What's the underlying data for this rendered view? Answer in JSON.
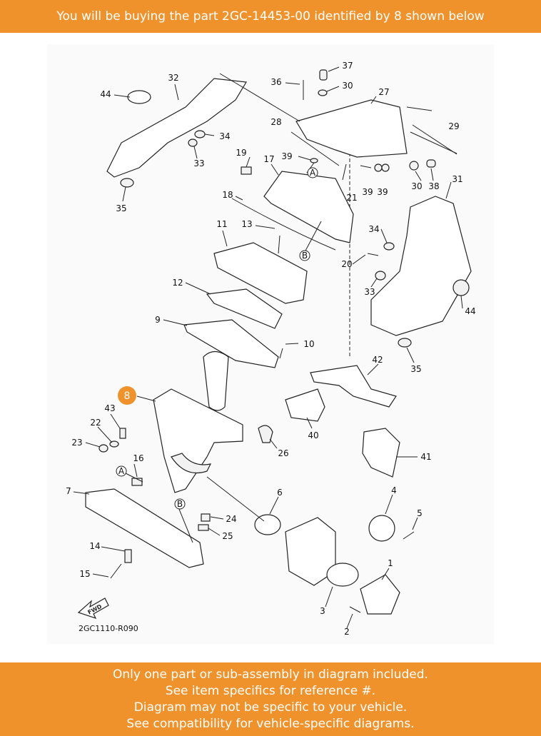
{
  "header": {
    "text": "You will be buying the part 2GC-14453-00 identified by 8 shown below"
  },
  "highlight": {
    "number": "8",
    "color": "#f0922b"
  },
  "diagram": {
    "code": "2GC1110-R090",
    "fwd_label": "FWD",
    "ref_a": "A",
    "ref_b": "B",
    "callouts": [
      "1",
      "2",
      "3",
      "4",
      "5",
      "6",
      "7",
      "9",
      "10",
      "11",
      "12",
      "13",
      "14",
      "15",
      "16",
      "17",
      "18",
      "19",
      "20",
      "21",
      "22",
      "23",
      "24",
      "25",
      "26",
      "27",
      "28",
      "29",
      "30",
      "30",
      "31",
      "32",
      "33",
      "33",
      "34",
      "34",
      "35",
      "35",
      "36",
      "37",
      "38",
      "39",
      "39",
      "39",
      "40",
      "41",
      "42",
      "43",
      "44",
      "44"
    ]
  },
  "footer": {
    "lines": [
      "Only one part or sub-assembly in diagram included.",
      "See item specifics for reference #.",
      "Diagram may not be specific to your vehicle.",
      "See compatibility for vehicle-specific diagrams."
    ]
  },
  "colors": {
    "banner": "#f0922b",
    "banner_text": "#ffffff"
  }
}
